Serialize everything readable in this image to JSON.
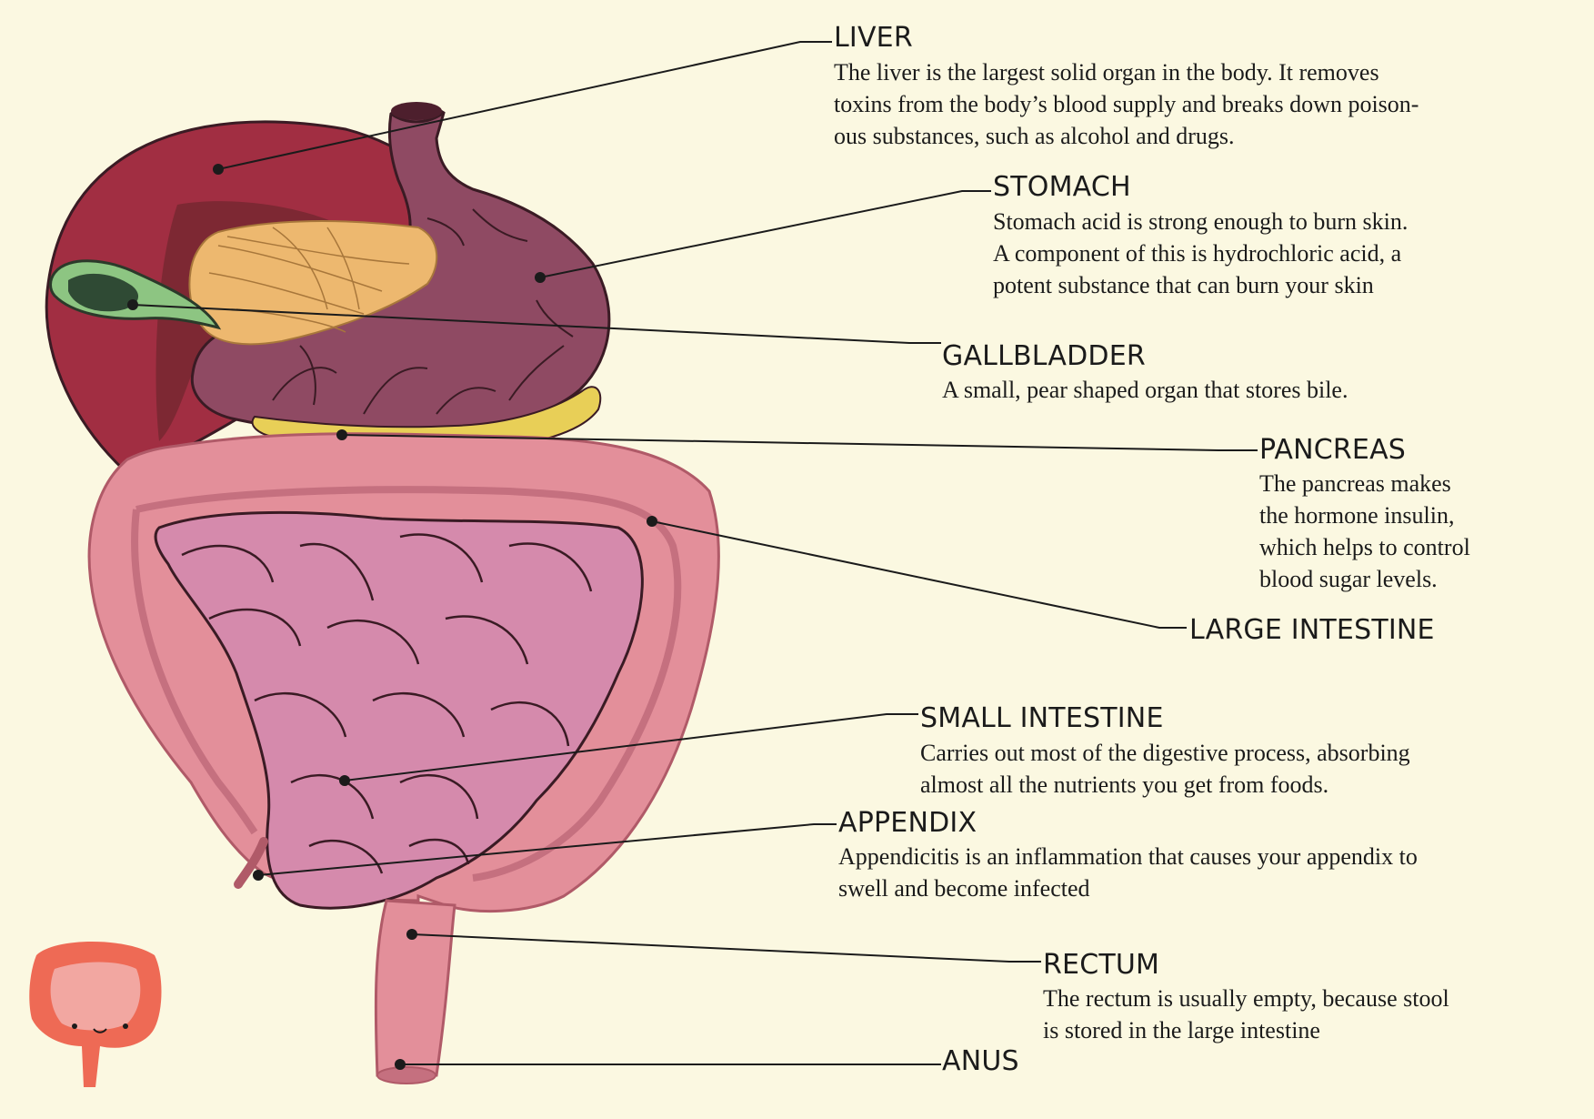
{
  "labels": {
    "liver": {
      "title": "LIVER",
      "lines": [
        "The liver is the largest solid organ in the body. It removes",
        "toxins from the body’s blood supply and breaks down poison-",
        "ous substances, such as alcohol and drugs."
      ]
    },
    "stomach": {
      "title": "STOMACH",
      "lines": [
        "Stomach acid is strong enough to burn skin.",
        "A component of this is hydrochloric acid, a",
        "potent substance that can burn your skin"
      ]
    },
    "gallbladder": {
      "title": "GALLBLADDER",
      "lines": [
        "A small, pear shaped organ that stores bile."
      ]
    },
    "pancreas": {
      "title": "PANCREAS",
      "lines": [
        "The pancreas makes",
        "the hormone insulin,",
        "which helps to control",
        "blood sugar levels."
      ]
    },
    "large_intestine": {
      "title": "LARGE INTESTINE"
    },
    "small_intestine": {
      "title": "SMALL INTESTINE",
      "lines": [
        "Carries out most of the digestive process, absorbing",
        "almost all the nutrients you get from foods."
      ]
    },
    "appendix": {
      "title": "APPENDIX",
      "lines": [
        "Appendicitis is an inflammation that causes your appendix to",
        "swell and become infected"
      ]
    },
    "rectum": {
      "title": "RECTUM",
      "lines": [
        "The rectum is usually empty, because stool",
        "is stored in the large intestine"
      ]
    },
    "anus": {
      "title": "ANUS"
    }
  },
  "colors": {
    "background": "#fbf8e1",
    "liver": "#a12e42",
    "stomach": "#8f4a63",
    "gallbladder": "#8dc582",
    "pancreas": "#e8cf57",
    "large_intestine": "#e38f9a",
    "small_intestine": "#d58aac",
    "mesentery": "#edb86f",
    "outline": "#3a1b24",
    "mascot": "#ee6a55"
  }
}
